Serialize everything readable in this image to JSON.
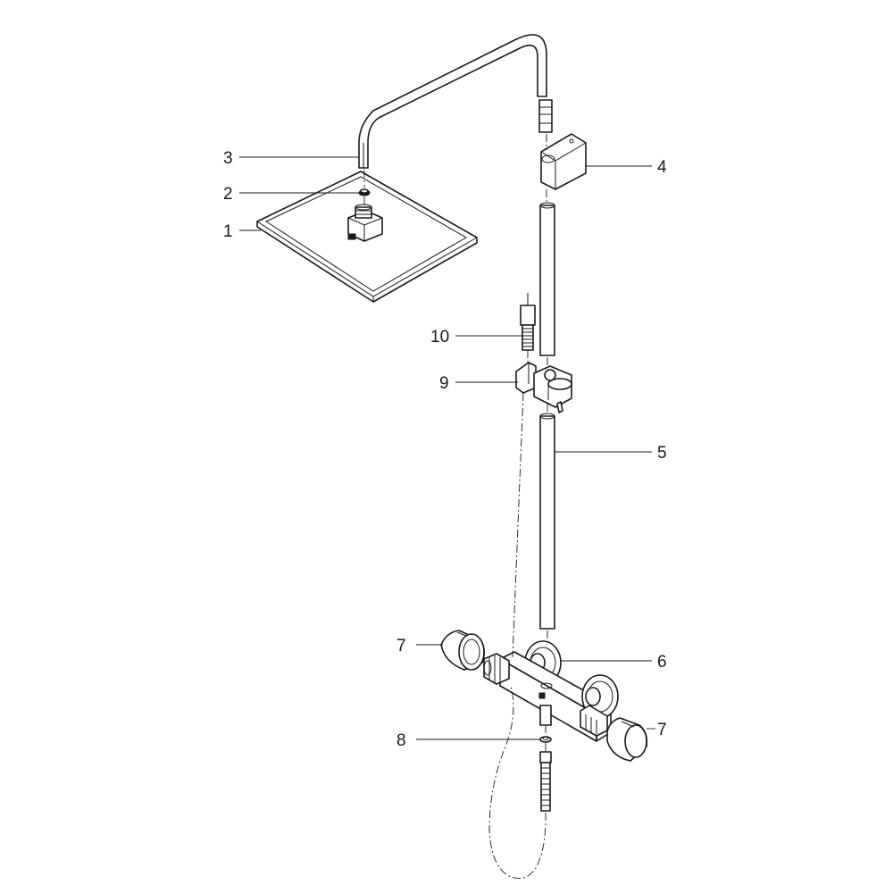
{
  "colors": {
    "line": "#1a1a1a",
    "background": "#ffffff"
  },
  "callouts": {
    "c1": "1",
    "c2": "2",
    "c3": "3",
    "c4": "4",
    "c5": "5",
    "c6": "6",
    "c7_left": "7",
    "c7_right": "7",
    "c8": "8",
    "c9": "9",
    "c10": "10"
  }
}
